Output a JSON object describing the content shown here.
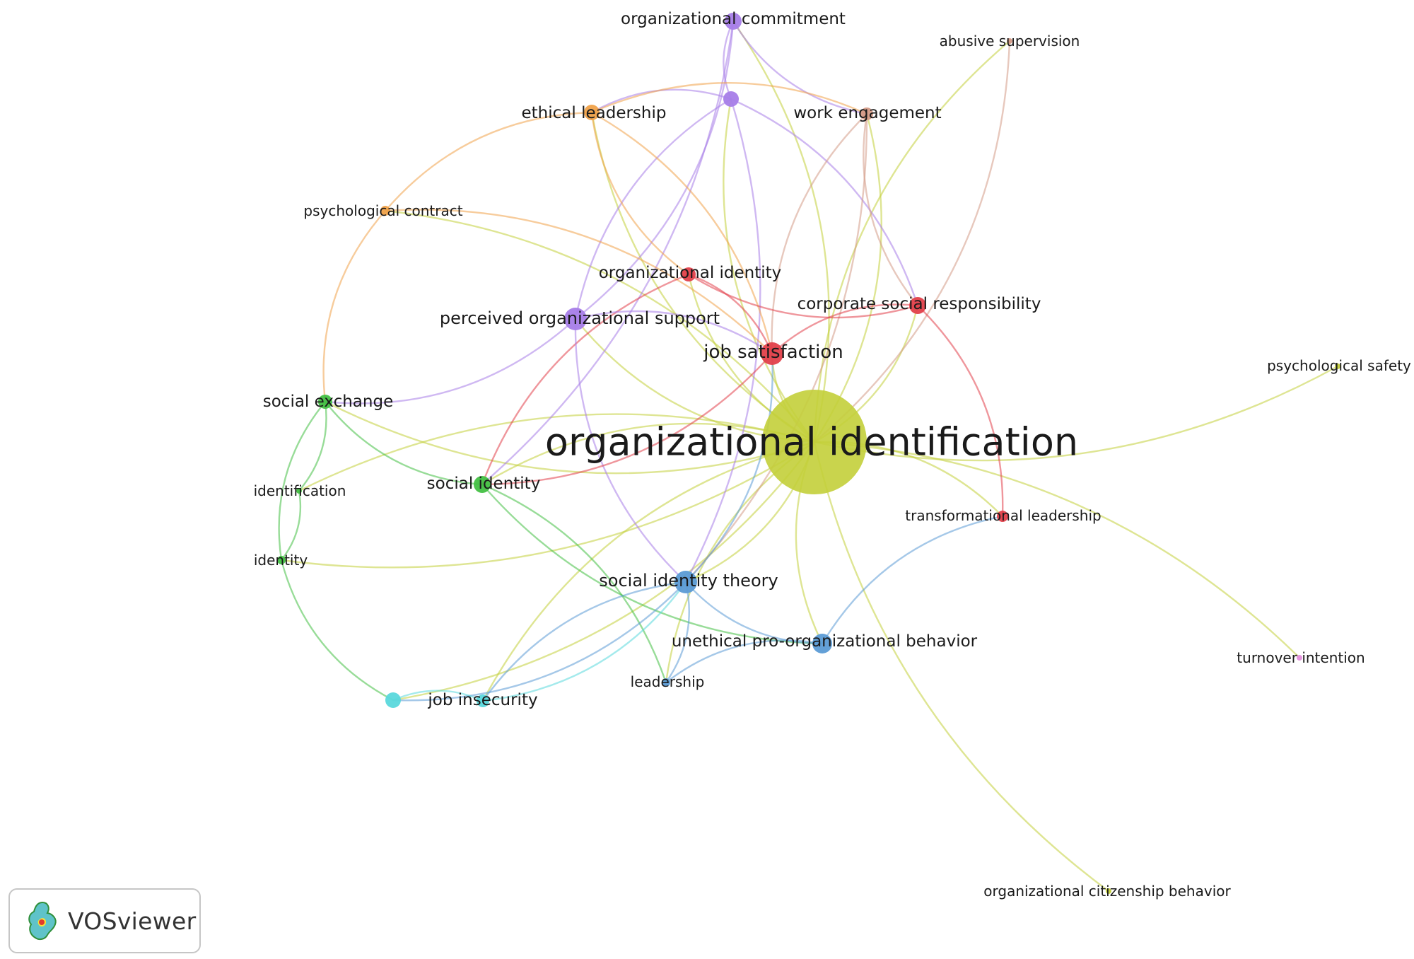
{
  "app": {
    "logo_text": "VOSviewer"
  },
  "network": {
    "clusters": {
      "yellow": "#c3cf3a",
      "red": "#e2404a",
      "purple": "#a77de8",
      "green": "#43c043",
      "blue": "#5b9bd5",
      "cyan": "#5ad8dc",
      "orange": "#f0a24a",
      "brown": "#d49a86",
      "pink": "#e38fdc"
    },
    "nodes": [
      {
        "id": "oi",
        "label": "organizational identification",
        "cluster": "yellow",
        "weight": 100
      },
      {
        "id": "oc",
        "label": "organizational commitment",
        "cluster": "purple",
        "weight": 8
      },
      {
        "id": "p2",
        "label": "",
        "cluster": "purple",
        "weight": 8
      },
      {
        "id": "as",
        "label": "abusive supervision",
        "cluster": "brown",
        "weight": 2
      },
      {
        "id": "el",
        "label": "ethical leadership",
        "cluster": "orange",
        "weight": 8
      },
      {
        "id": "we",
        "label": "work engagement",
        "cluster": "brown",
        "weight": 6
      },
      {
        "id": "pc",
        "label": "psychological contract",
        "cluster": "orange",
        "weight": 4
      },
      {
        "id": "orgid",
        "label": "organizational identity",
        "cluster": "red",
        "weight": 7
      },
      {
        "id": "csr",
        "label": "corporate social responsibility",
        "cluster": "red",
        "weight": 9
      },
      {
        "id": "pos",
        "label": "perceived organizational support",
        "cluster": "purple",
        "weight": 14
      },
      {
        "id": "js",
        "label": "job satisfaction",
        "cluster": "red",
        "weight": 16
      },
      {
        "id": "ps",
        "label": "psychological safety",
        "cluster": "yellow",
        "weight": 2
      },
      {
        "id": "se",
        "label": "social exchange",
        "cluster": "green",
        "weight": 7
      },
      {
        "id": "ident",
        "label": "identification",
        "cluster": "green",
        "weight": 2
      },
      {
        "id": "sid",
        "label": "social identity",
        "cluster": "green",
        "weight": 9
      },
      {
        "id": "tl",
        "label": "transformational leadership",
        "cluster": "red",
        "weight": 5
      },
      {
        "id": "idt",
        "label": "identity",
        "cluster": "green",
        "weight": 3
      },
      {
        "id": "sit",
        "label": "social identity theory",
        "cluster": "blue",
        "weight": 16
      },
      {
        "id": "upb",
        "label": "unethical pro-organizational behavior",
        "cluster": "blue",
        "weight": 12
      },
      {
        "id": "ti",
        "label": "turnover intention",
        "cluster": "pink",
        "weight": 2
      },
      {
        "id": "lead",
        "label": "leadership",
        "cluster": "blue",
        "weight": 4
      },
      {
        "id": "c1",
        "label": "",
        "cluster": "cyan",
        "weight": 8
      },
      {
        "id": "ji",
        "label": "job insecurity",
        "cluster": "cyan",
        "weight": 6
      },
      {
        "id": "ocb",
        "label": "organizational citizenship behavior",
        "cluster": "yellow",
        "weight": 2
      }
    ],
    "edges": [
      [
        "oi",
        "js"
      ],
      [
        "oi",
        "csr"
      ],
      [
        "oi",
        "tl"
      ],
      [
        "oi",
        "ps"
      ],
      [
        "oi",
        "ti"
      ],
      [
        "oi",
        "ocb"
      ],
      [
        "oi",
        "sit"
      ],
      [
        "oi",
        "upb"
      ],
      [
        "oi",
        "pos"
      ],
      [
        "oi",
        "sid"
      ],
      [
        "oi",
        "se"
      ],
      [
        "oi",
        "ident"
      ],
      [
        "oi",
        "idt"
      ],
      [
        "oi",
        "ji"
      ],
      [
        "oi",
        "c1"
      ],
      [
        "oi",
        "lead"
      ],
      [
        "oi",
        "el"
      ],
      [
        "oi",
        "we"
      ],
      [
        "oi",
        "orgid"
      ],
      [
        "oi",
        "oc"
      ],
      [
        "oi",
        "as"
      ],
      [
        "oi",
        "pc"
      ],
      [
        "oi",
        "p2"
      ],
      [
        "oc",
        "p2"
      ],
      [
        "oc",
        "pos"
      ],
      [
        "oc",
        "we"
      ],
      [
        "oc",
        "sid"
      ],
      [
        "p2",
        "pos"
      ],
      [
        "p2",
        "csr"
      ],
      [
        "p2",
        "el"
      ],
      [
        "p2",
        "sit"
      ],
      [
        "el",
        "pc"
      ],
      [
        "el",
        "we"
      ],
      [
        "el",
        "orgid"
      ],
      [
        "el",
        "js"
      ],
      [
        "pc",
        "se"
      ],
      [
        "pc",
        "js"
      ],
      [
        "we",
        "csr"
      ],
      [
        "we",
        "sit"
      ],
      [
        "we",
        "js"
      ],
      [
        "as",
        "oi"
      ],
      [
        "orgid",
        "csr"
      ],
      [
        "orgid",
        "js"
      ],
      [
        "orgid",
        "sid"
      ],
      [
        "csr",
        "tl"
      ],
      [
        "csr",
        "js"
      ],
      [
        "pos",
        "se"
      ],
      [
        "pos",
        "sit"
      ],
      [
        "pos",
        "js"
      ],
      [
        "se",
        "sid"
      ],
      [
        "se",
        "ident"
      ],
      [
        "se",
        "idt"
      ],
      [
        "ident",
        "idt"
      ],
      [
        "sid",
        "upb"
      ],
      [
        "sid",
        "lead"
      ],
      [
        "idt",
        "c1"
      ],
      [
        "js",
        "sid"
      ],
      [
        "sit",
        "upb"
      ],
      [
        "sit",
        "lead"
      ],
      [
        "sit",
        "ji"
      ],
      [
        "sit",
        "c1"
      ],
      [
        "sit",
        "js"
      ],
      [
        "upb",
        "tl"
      ],
      [
        "upb",
        "lead"
      ],
      [
        "c1",
        "ji"
      ],
      [
        "ji",
        "sit"
      ]
    ]
  }
}
